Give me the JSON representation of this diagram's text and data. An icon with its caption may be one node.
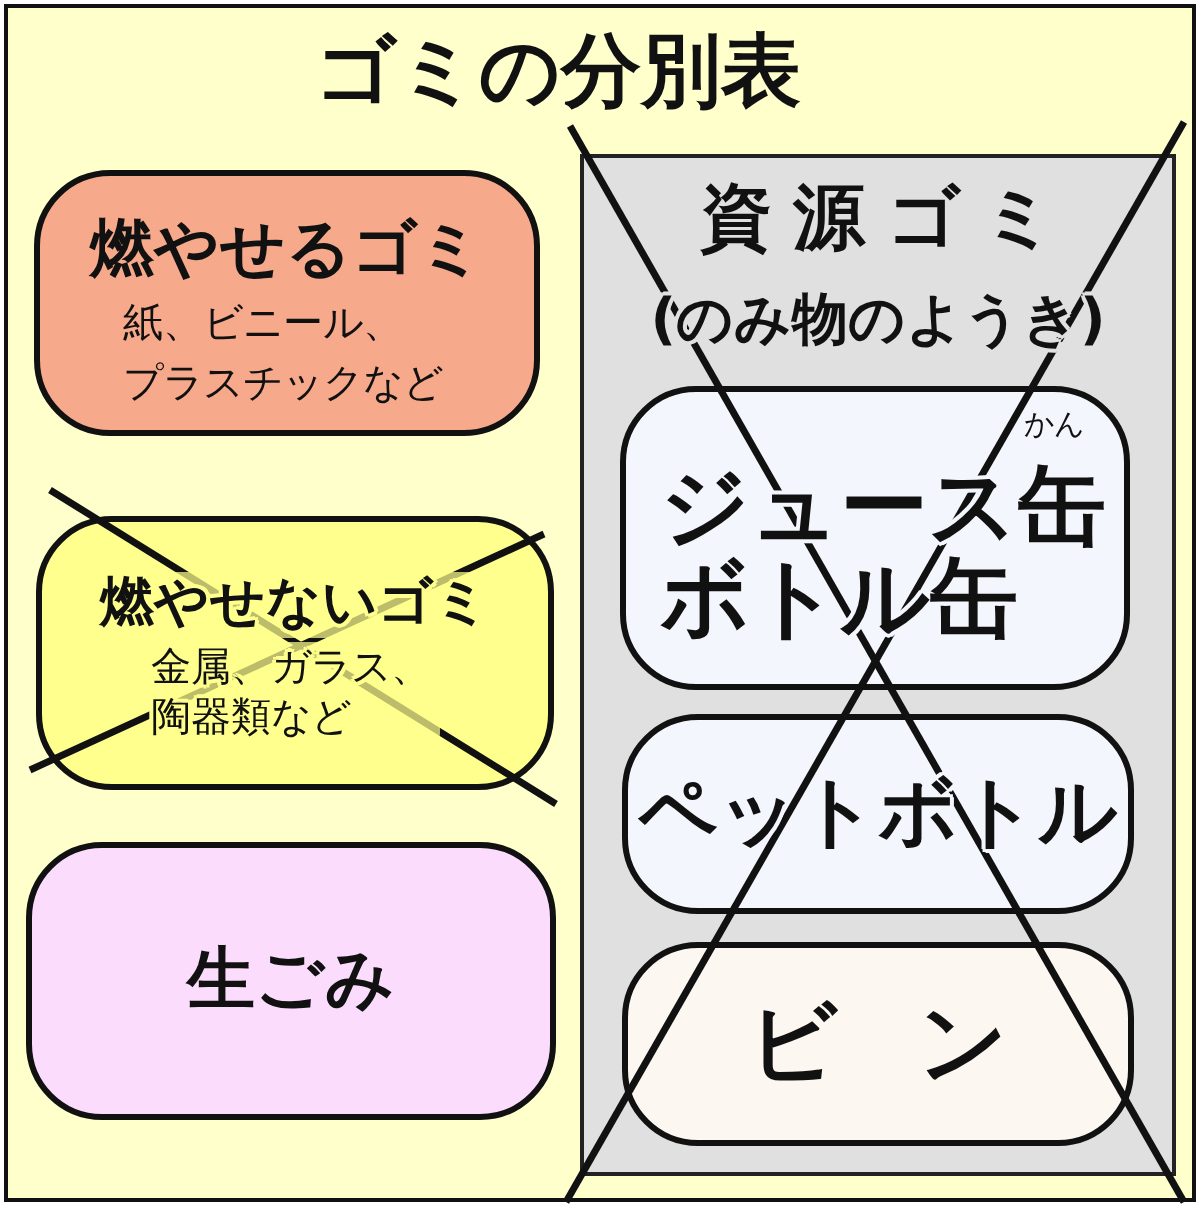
{
  "diagram": {
    "nodes": [
      {
        "text": [
          "ゴミの分別表"
        ]
      },
      {
        "text": [
          "燃やせるゴミ",
          "紙、ビニール、プラスチックなど"
        ],
        "in": 0
      },
      {
        "text": [
          "燃やせないゴミ",
          "金属、ガラス、陶器類など"
        ],
        "in": 0
      },
      {
        "text": [
          "生ごみ"
        ],
        "in": 0
      },
      {
        "text": [
          "資源ゴミ",
          "(のみ物のようき)"
        ],
        "in": 0
      },
      {
        "text": [
          "かん",
          "ジュース缶",
          "ボトル缶"
        ],
        "in": 4
      },
      {
        "text": [
          "ペットボトル"
        ],
        "in": 4
      },
      {
        "text": [
          "ビン"
        ],
        "in": 4
      }
    ]
  }
}
